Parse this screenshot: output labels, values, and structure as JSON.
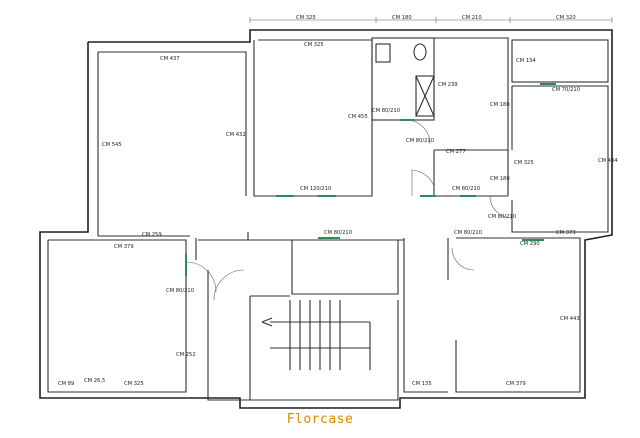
{
  "title": "Florcase",
  "colors": {
    "walls": "#202020",
    "window": "#2e8b57",
    "title": "#d98a00"
  },
  "labels": [
    {
      "id": "top-325",
      "text": "CM 325"
    },
    {
      "id": "top-180",
      "text": "CM 180"
    },
    {
      "id": "top-210",
      "text": "CM 210"
    },
    {
      "id": "top-320",
      "text": "CM 320"
    },
    {
      "id": "room1-437",
      "text": "CM 437"
    },
    {
      "id": "room1-545",
      "text": "CM 545"
    },
    {
      "id": "room1-432",
      "text": "CM 432"
    },
    {
      "id": "room2-325",
      "text": "CM 325"
    },
    {
      "id": "room2-455",
      "text": "CM 455"
    },
    {
      "id": "room2-door",
      "text": "CM 120/210"
    },
    {
      "id": "bath-239",
      "text": "CM 239"
    },
    {
      "id": "bath-180",
      "text": "CM 180"
    },
    {
      "id": "door-80-1",
      "text": "CM 80/210"
    },
    {
      "id": "door-80-2",
      "text": "CM 80/210"
    },
    {
      "id": "hall-277",
      "text": "CM 277"
    },
    {
      "id": "room3-134",
      "text": "CM 134"
    },
    {
      "id": "room3-70",
      "text": "CM 70/210"
    },
    {
      "id": "room3-434",
      "text": "CM 434"
    },
    {
      "id": "room3-325",
      "text": "CM 325"
    },
    {
      "id": "small-180",
      "text": "CM 180"
    },
    {
      "id": "door-80-3",
      "text": "CM 80/210"
    },
    {
      "id": "door-80-4",
      "text": "CM 80/210"
    },
    {
      "id": "left-259",
      "text": "CM 259"
    },
    {
      "id": "left-379",
      "text": "CM 379"
    },
    {
      "id": "mid-door",
      "text": "CM 80/210"
    },
    {
      "id": "door-80-5",
      "text": "CM 80/210"
    },
    {
      "id": "right-290",
      "text": "CM 290"
    },
    {
      "id": "right-373",
      "text": "CM 373"
    },
    {
      "id": "left-door",
      "text": "CM 80/210"
    },
    {
      "id": "left-252",
      "text": "CM 252"
    },
    {
      "id": "right-443",
      "text": "CM 443"
    },
    {
      "id": "bot-89",
      "text": "CM 89"
    },
    {
      "id": "bot-26",
      "text": "CM 26,5"
    },
    {
      "id": "bot-325",
      "text": "CM 325"
    },
    {
      "id": "bot-135",
      "text": "CM 135"
    },
    {
      "id": "bot-379",
      "text": "CM 379"
    }
  ]
}
